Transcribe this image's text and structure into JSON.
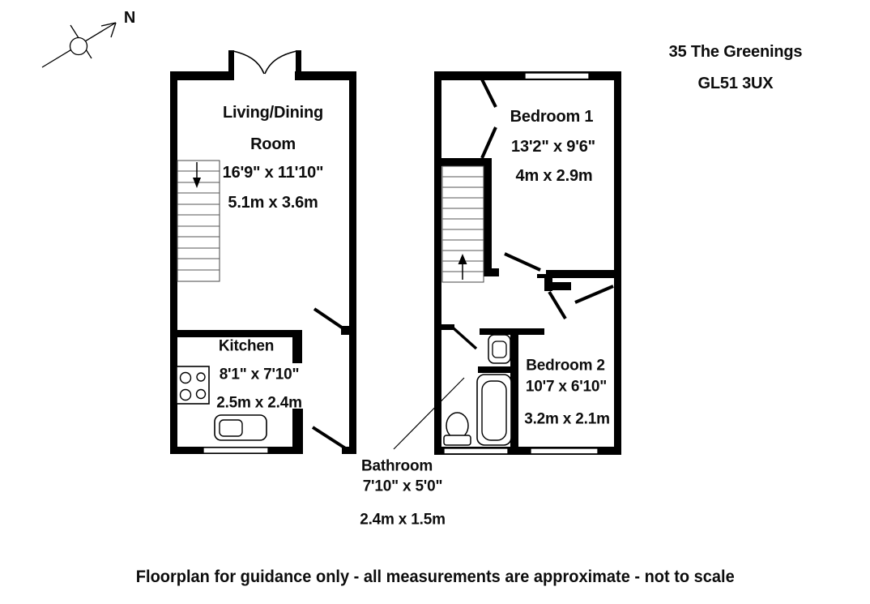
{
  "compass": {
    "north_label": "N"
  },
  "header": {
    "address_line1": "35 The Greenings",
    "address_line2": "GL51 3UX"
  },
  "floors": {
    "ground": {
      "rooms": {
        "living_dining": {
          "name_line1": "Living/Dining",
          "name_line2": "Room",
          "dims_imperial": "16'9\" x 11'10\"",
          "dims_metric": "5.1m x 3.6m"
        },
        "kitchen": {
          "name": "Kitchen",
          "dims_imperial": "8'1\" x 7'10\"",
          "dims_metric": "2.5m x 2.4m"
        }
      }
    },
    "first": {
      "rooms": {
        "bedroom1": {
          "name": "Bedroom 1",
          "dims_imperial": "13'2\" x 9'6\"",
          "dims_metric": "4m x 2.9m"
        },
        "bedroom2": {
          "name": "Bedroom 2",
          "dims_imperial": "10'7 x 6'10\"",
          "dims_metric": "3.2m x 2.1m"
        },
        "bathroom": {
          "name": "Bathroom",
          "dims_imperial": "7'10\" x 5'0\"",
          "dims_metric": "2.4m x 1.5m"
        }
      }
    }
  },
  "footer": {
    "disclaimer": "Floorplan for guidance only - all measurements are approximate - not to scale"
  },
  "colors": {
    "wall": "#000000",
    "background": "#ffffff",
    "stair_outline": "#444444",
    "text": "#0d0d0d"
  }
}
